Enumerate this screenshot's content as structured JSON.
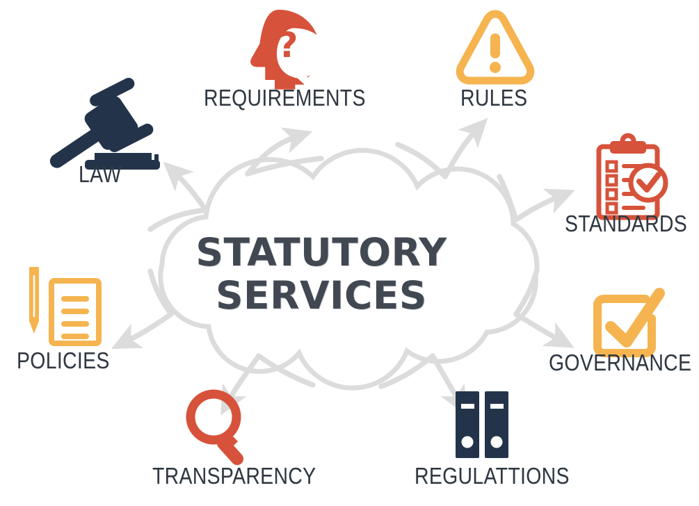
{
  "diagram": {
    "type": "radial-cloud-concept-map",
    "center": {
      "title_line1": "STATUTORY",
      "title_line2": "SERVICES",
      "shape": "cloud",
      "text_color": "#414852",
      "outline_color": "#dcdcdc"
    },
    "arrow_color": "#dcdcdc",
    "background": "#ffffff",
    "palette": {
      "red_orange": "#d6523a",
      "amber": "#f5b450",
      "navy": "#23344a",
      "gray_text": "#2f3741",
      "light_gray": "#dcdcdc"
    },
    "nodes": [
      {
        "id": "requirements",
        "label": "REQUIREMENTS",
        "icon": "head-question-mark-icon",
        "color": "#d6523a",
        "position": "top-center-left"
      },
      {
        "id": "rules",
        "label": "RULES",
        "icon": "warning-triangle-icon",
        "color": "#f5b450",
        "position": "top-center-right"
      },
      {
        "id": "law",
        "label": "LAW",
        "icon": "gavel-icon",
        "color": "#23344a",
        "position": "top-left"
      },
      {
        "id": "standards",
        "label": "STANDARDS",
        "icon": "clipboard-checklist-icon",
        "color": "#d6523a",
        "position": "right-upper"
      },
      {
        "id": "governance",
        "label": "GOVERNANCE",
        "icon": "checkbox-check-icon",
        "color": "#f5b450",
        "position": "right-lower"
      },
      {
        "id": "policies",
        "label": "POLICIES",
        "icon": "document-pencil-icon",
        "color": "#f5b450",
        "position": "left-lower"
      },
      {
        "id": "transparency",
        "label": "TRANSPARENCY",
        "icon": "magnifying-glass-icon",
        "color": "#d6523a",
        "position": "bottom-left"
      },
      {
        "id": "regulations",
        "label": "REGULATTIONS",
        "icon": "binder-folders-icon",
        "color": "#23344a",
        "position": "bottom-right"
      }
    ]
  }
}
